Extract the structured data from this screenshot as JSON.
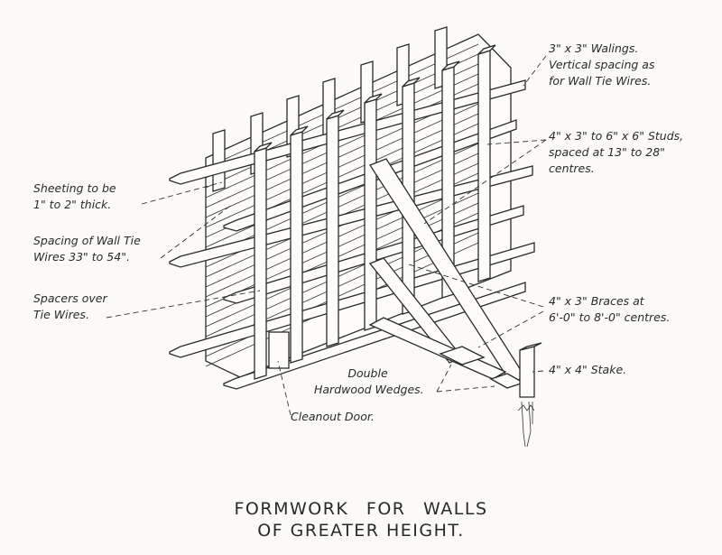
{
  "title": {
    "line1": "FORMWORK FOR WALLS",
    "line2": "OF GREATER HEIGHT."
  },
  "labels": {
    "sheeting": [
      "Sheeting to be",
      "1\" to 2\" thick."
    ],
    "spacing": [
      "Spacing of Wall Tie",
      "Wires 33\" to 54\"."
    ],
    "spacers": [
      "Spacers over",
      "Tie Wires."
    ],
    "walings": [
      "3\" x 3\" Walings.",
      "Vertical spacing as",
      "for Wall Tie Wires."
    ],
    "studs": [
      "4\" x 3\" to 6\" x 6\" Studs,",
      "spaced at 13\" to 28\"",
      "centres."
    ],
    "braces": [
      "4\" x 3\" Braces at",
      "6'-0\" to 8'-0\" centres."
    ],
    "stake": [
      "4\" x 4\" Stake."
    ],
    "wedges": [
      "Double",
      "Hardwood Wedges."
    ],
    "cleanout": [
      "Cleanout Door."
    ]
  }
}
